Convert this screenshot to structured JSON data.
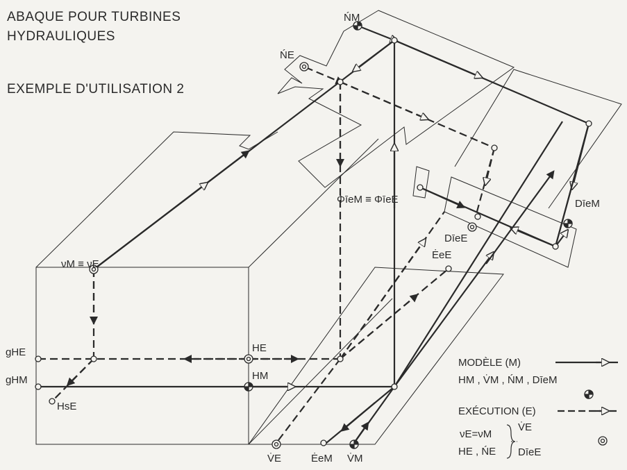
{
  "header": {
    "title_line1": "ABAQUE POUR TURBINES",
    "title_line2": "HYDRAULIQUES",
    "example": "EXEMPLE D'UTILISATION 2"
  },
  "labels": {
    "NM": "ŃM",
    "NE": "ŃE",
    "nuM_nuE": "νM ≡ νE",
    "phi": "ΦīeM ≡ ΦīeE",
    "Dim": "DīeM",
    "Die": "DīeE",
    "EeE": "ĖeE",
    "gHE": "gHE",
    "gHM": "gHM",
    "HE": "HE",
    "HM": "HM",
    "HsE": "HsE",
    "VE": "V̇E",
    "EeM": "ĖeM",
    "VM": "V̇M"
  },
  "legend": {
    "modele_title": "MODÈLE (M)",
    "modele_vars": "HM , V̇M , ŃM , DīeM",
    "execution_title": "EXÉCUTION (E)",
    "exec_eq": "νE=νM",
    "exec_V": "V̇E",
    "exec_vars": "HE , ŃE",
    "exec_D": "DīeE"
  },
  "colors": {
    "ink": "#2a2a2a",
    "paper": "#f4f3ef"
  }
}
